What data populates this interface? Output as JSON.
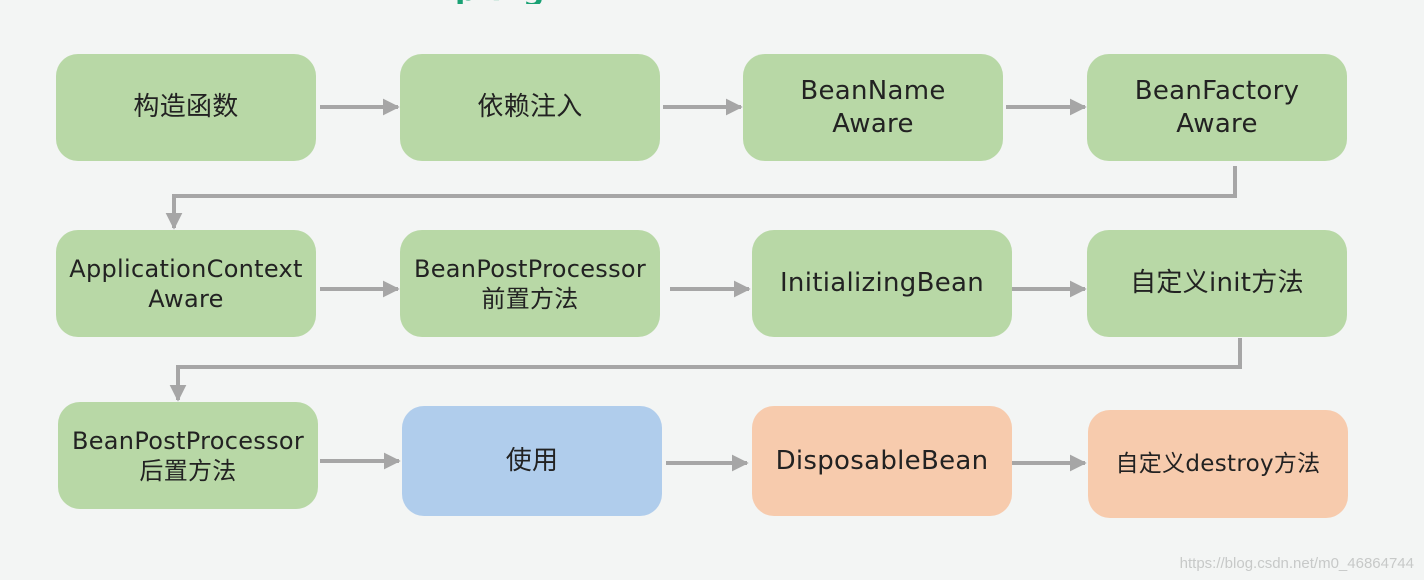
{
  "header": {
    "title_fragment": "pring"
  },
  "colors": {
    "green": "#b8d8a6",
    "blue": "#b0cdec",
    "orange": "#f7cbad",
    "arrow": "#a6a6a6"
  },
  "nodes": {
    "constructor": {
      "lines": [
        "构造函数"
      ]
    },
    "dependency_inject": {
      "lines": [
        "依赖注入"
      ]
    },
    "bean_name_aware": {
      "lines": [
        "BeanName",
        "Aware"
      ]
    },
    "bean_factory_aware": {
      "lines": [
        "BeanFactory",
        "Aware"
      ]
    },
    "app_context_aware": {
      "lines": [
        "ApplicationContext",
        "Aware"
      ]
    },
    "bpp_before": {
      "lines": [
        "BeanPostProcessor",
        "前置方法"
      ]
    },
    "initializing_bean": {
      "lines": [
        "InitializingBean"
      ]
    },
    "custom_init": {
      "lines": [
        "自定义init方法"
      ]
    },
    "bpp_after": {
      "lines": [
        "BeanPostProcessor",
        "后置方法"
      ]
    },
    "use": {
      "lines": [
        "使用"
      ]
    },
    "disposable_bean": {
      "lines": [
        "DisposableBean"
      ]
    },
    "custom_destroy": {
      "lines": [
        "自定义destroy方法"
      ]
    }
  },
  "watermark": "https://blog.csdn.net/m0_46864744"
}
